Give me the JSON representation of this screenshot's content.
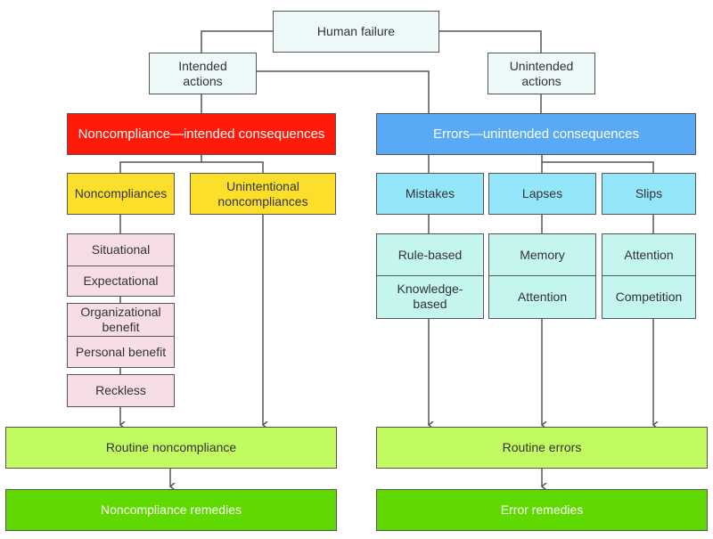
{
  "title": "Human failure",
  "level1": {
    "intended": "Intended\nactions",
    "unintended": "Unintended\nactions"
  },
  "categories": {
    "noncompliance": "Noncompliance—intended consequences",
    "errors": "Errors—unintended consequences"
  },
  "noncompliance_types": {
    "noncompliances": "Noncompliances",
    "unintentional": "Unintentional noncompliances",
    "subtypes": [
      "Situational",
      "Expectational",
      "Organizational benefit",
      "Personal benefit",
      "Reckless"
    ]
  },
  "error_types": [
    {
      "label": "Mistakes",
      "subtypes": [
        "Rule-based",
        "Knowledge-based"
      ]
    },
    {
      "label": "Lapses",
      "subtypes": [
        "Memory",
        "Attention"
      ]
    },
    {
      "label": "Slips",
      "subtypes": [
        "Attention",
        "Competition"
      ]
    }
  ],
  "routine": {
    "noncompliance": "Routine noncompliance",
    "errors": "Routine errors"
  },
  "remedies": {
    "noncompliance": "Noncompliance remedies",
    "errors": "Error remedies"
  },
  "colors": {
    "top": "#eefafa",
    "noncompliance": "#ff1a0a",
    "errors": "#59a9f5",
    "yellow": "#fbdf2a",
    "cyan": "#94e6fb",
    "pink": "#f6dde8",
    "mint": "#c4f5ef",
    "routine": "#c2fa61",
    "remedies": "#5fd900",
    "line": "#555555"
  }
}
